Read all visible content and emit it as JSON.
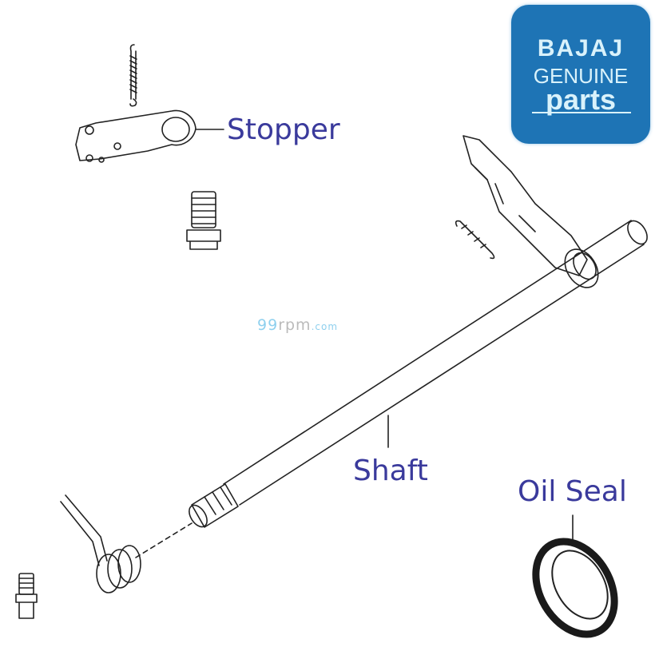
{
  "labels": {
    "stopper": "Stopper",
    "shaft": "Shaft",
    "oil_seal": "Oil Seal"
  },
  "logo": {
    "brand": "BAJAJ",
    "line1": "GENUINE",
    "line2": "parts",
    "background": "#1e74b5"
  },
  "watermark": {
    "prefix": "99",
    "middle": "rpm",
    "suffix": ".com"
  },
  "colors": {
    "label": "#3a3a9c",
    "line_art": "#222222"
  }
}
